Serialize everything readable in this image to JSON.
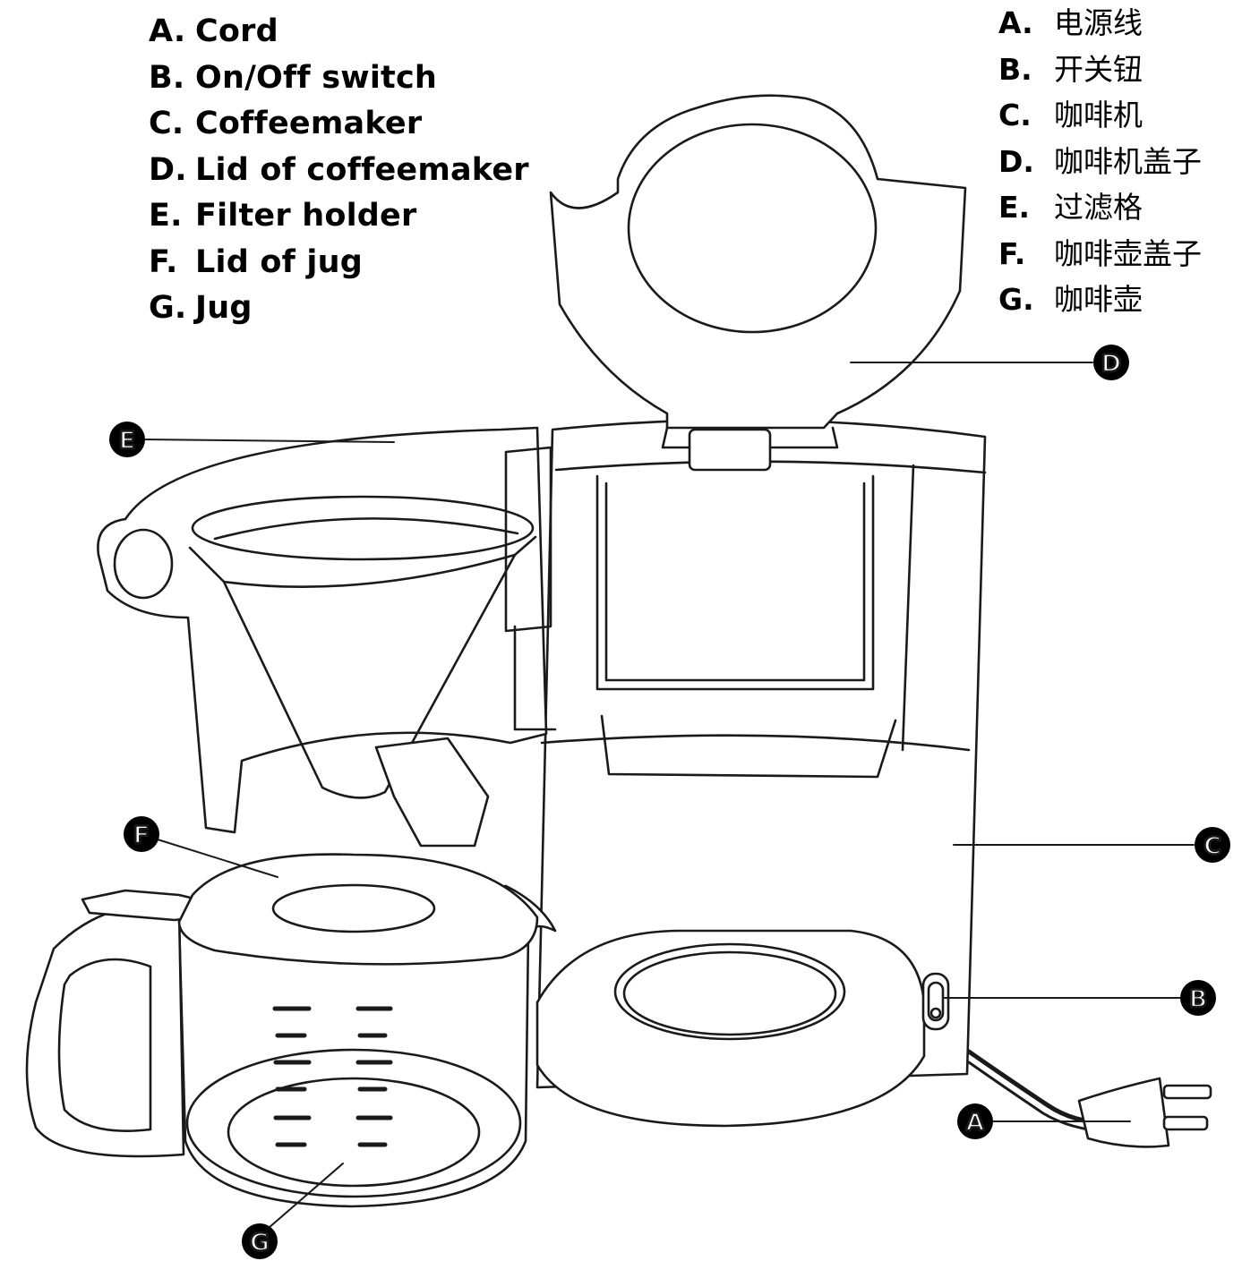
{
  "legend_en": [
    {
      "letter": "A.",
      "text": "Cord"
    },
    {
      "letter": "B.",
      "text": "On/Off switch"
    },
    {
      "letter": "C.",
      "text": "Coffeemaker"
    },
    {
      "letter": "D.",
      "text": "Lid of coffeemaker"
    },
    {
      "letter": "E.",
      "text": "Filter holder"
    },
    {
      "letter": "F.",
      "text": "Lid of jug"
    },
    {
      "letter": "G.",
      "text": "Jug"
    }
  ],
  "legend_zh": [
    {
      "letter": "A.",
      "text": "电源线"
    },
    {
      "letter": "B.",
      "text": "开关钮"
    },
    {
      "letter": "C.",
      "text": "咖啡机"
    },
    {
      "letter": "D.",
      "text": "咖啡机盖子"
    },
    {
      "letter": "E.",
      "text": "过滤格"
    },
    {
      "letter": "F.",
      "text": "咖啡壶盖子"
    },
    {
      "letter": "G.",
      "text": "咖啡壶"
    }
  ],
  "callouts": {
    "a": "A",
    "b": "B",
    "c": "C",
    "d": "D",
    "e": "E",
    "f": "F",
    "g": "G"
  }
}
